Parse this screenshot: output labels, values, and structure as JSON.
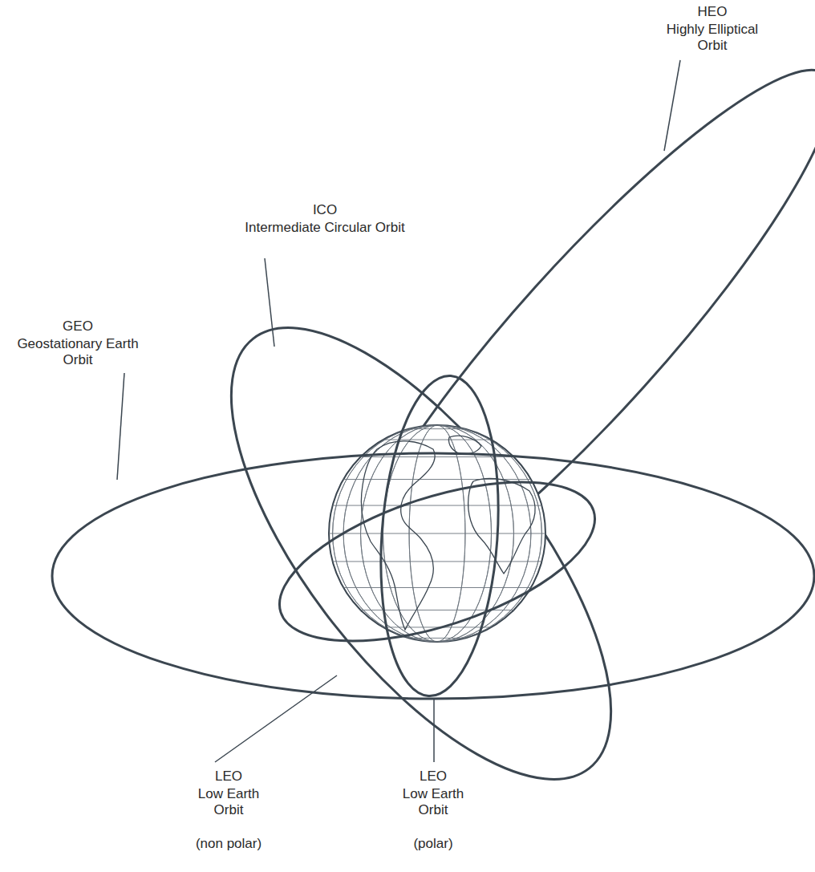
{
  "diagram": {
    "labels": [
      "HEO",
      "Highly Elliptical Orbit",
      "ICO",
      "Intermediate Circular Orbit",
      "GEO",
      "Geostationary Earth Orbit",
      "LEO",
      "Low Earth Orbit",
      "(non polar)",
      "LEO",
      "Low Earth Orbit",
      "(polar)"
    ]
  }
}
